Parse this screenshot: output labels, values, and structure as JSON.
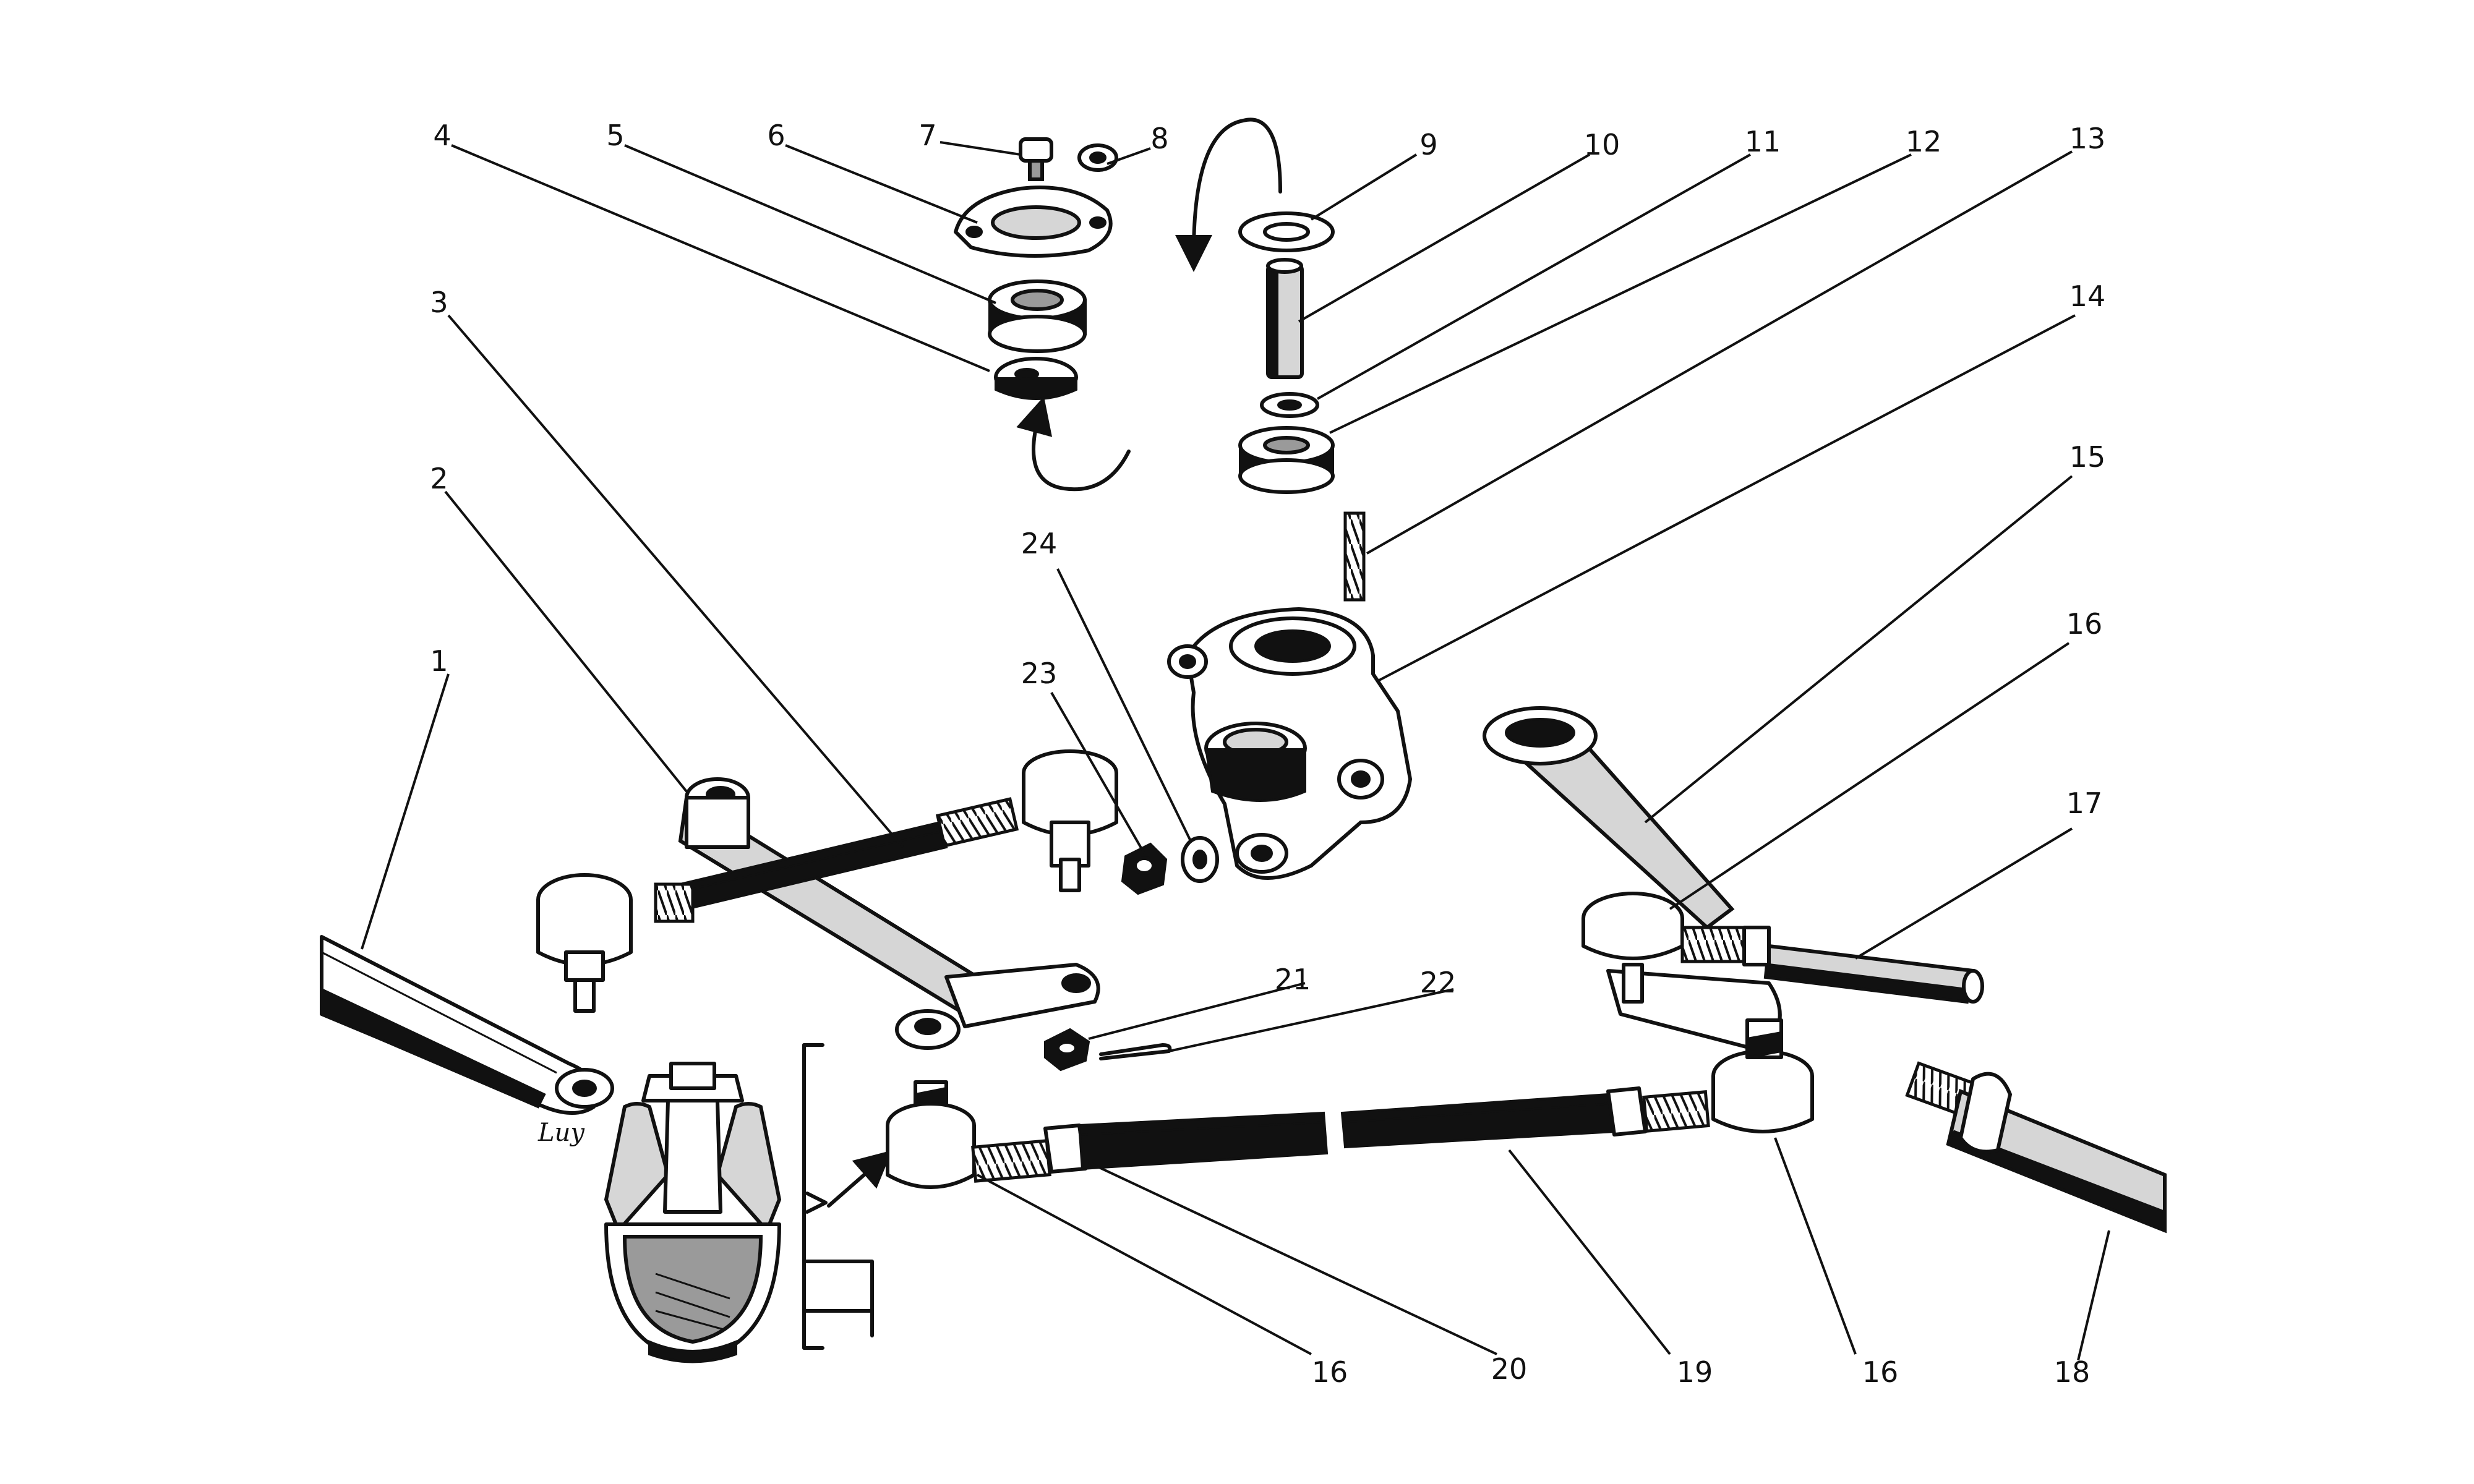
{
  "labels": {
    "1": "1",
    "2": "2",
    "3": "3",
    "4": "4",
    "5": "5",
    "6": "6",
    "7": "7",
    "8": "8",
    "9": "9",
    "10": "10",
    "11": "11",
    "12": "12",
    "13": "13",
    "14": "14",
    "15": "15",
    "16": "16",
    "17": "17",
    "18": "18",
    "19": "19",
    "20": "20",
    "21": "21",
    "22": "22",
    "23": "23",
    "24": "24"
  },
  "signature": "Luy"
}
